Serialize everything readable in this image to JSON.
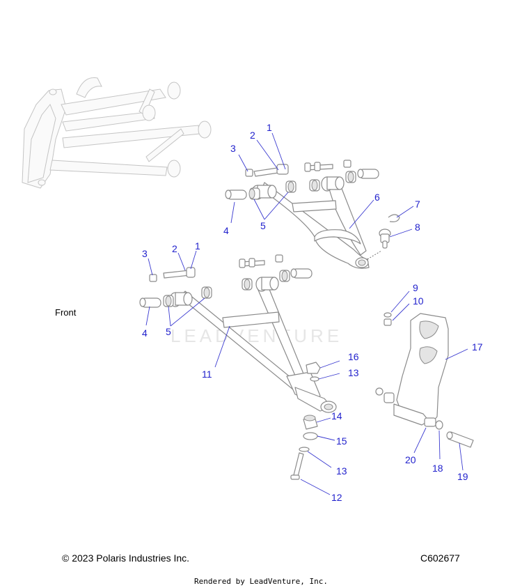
{
  "front_label": "Front",
  "copyright": "© 2023 Polaris Industries Inc.",
  "diagram_code": "C602677",
  "rendered_by": "Rendered by LeadVenture, Inc.",
  "watermark": "LEADVENTURE",
  "callouts": {
    "upper_1": "1",
    "upper_2": "2",
    "upper_3": "3",
    "upper_4": "4",
    "upper_5": "5",
    "upper_6": "6",
    "upper_7": "7",
    "upper_8": "8",
    "lower_1": "1",
    "lower_2": "2",
    "lower_3": "3",
    "lower_4": "4",
    "lower_5": "5",
    "p9": "9",
    "p10": "10",
    "p11": "11",
    "p12": "12",
    "p13a": "13",
    "p13b": "13",
    "p14": "14",
    "p15": "15",
    "p16": "16",
    "p17": "17",
    "p18": "18",
    "p19": "19",
    "p20": "20"
  }
}
